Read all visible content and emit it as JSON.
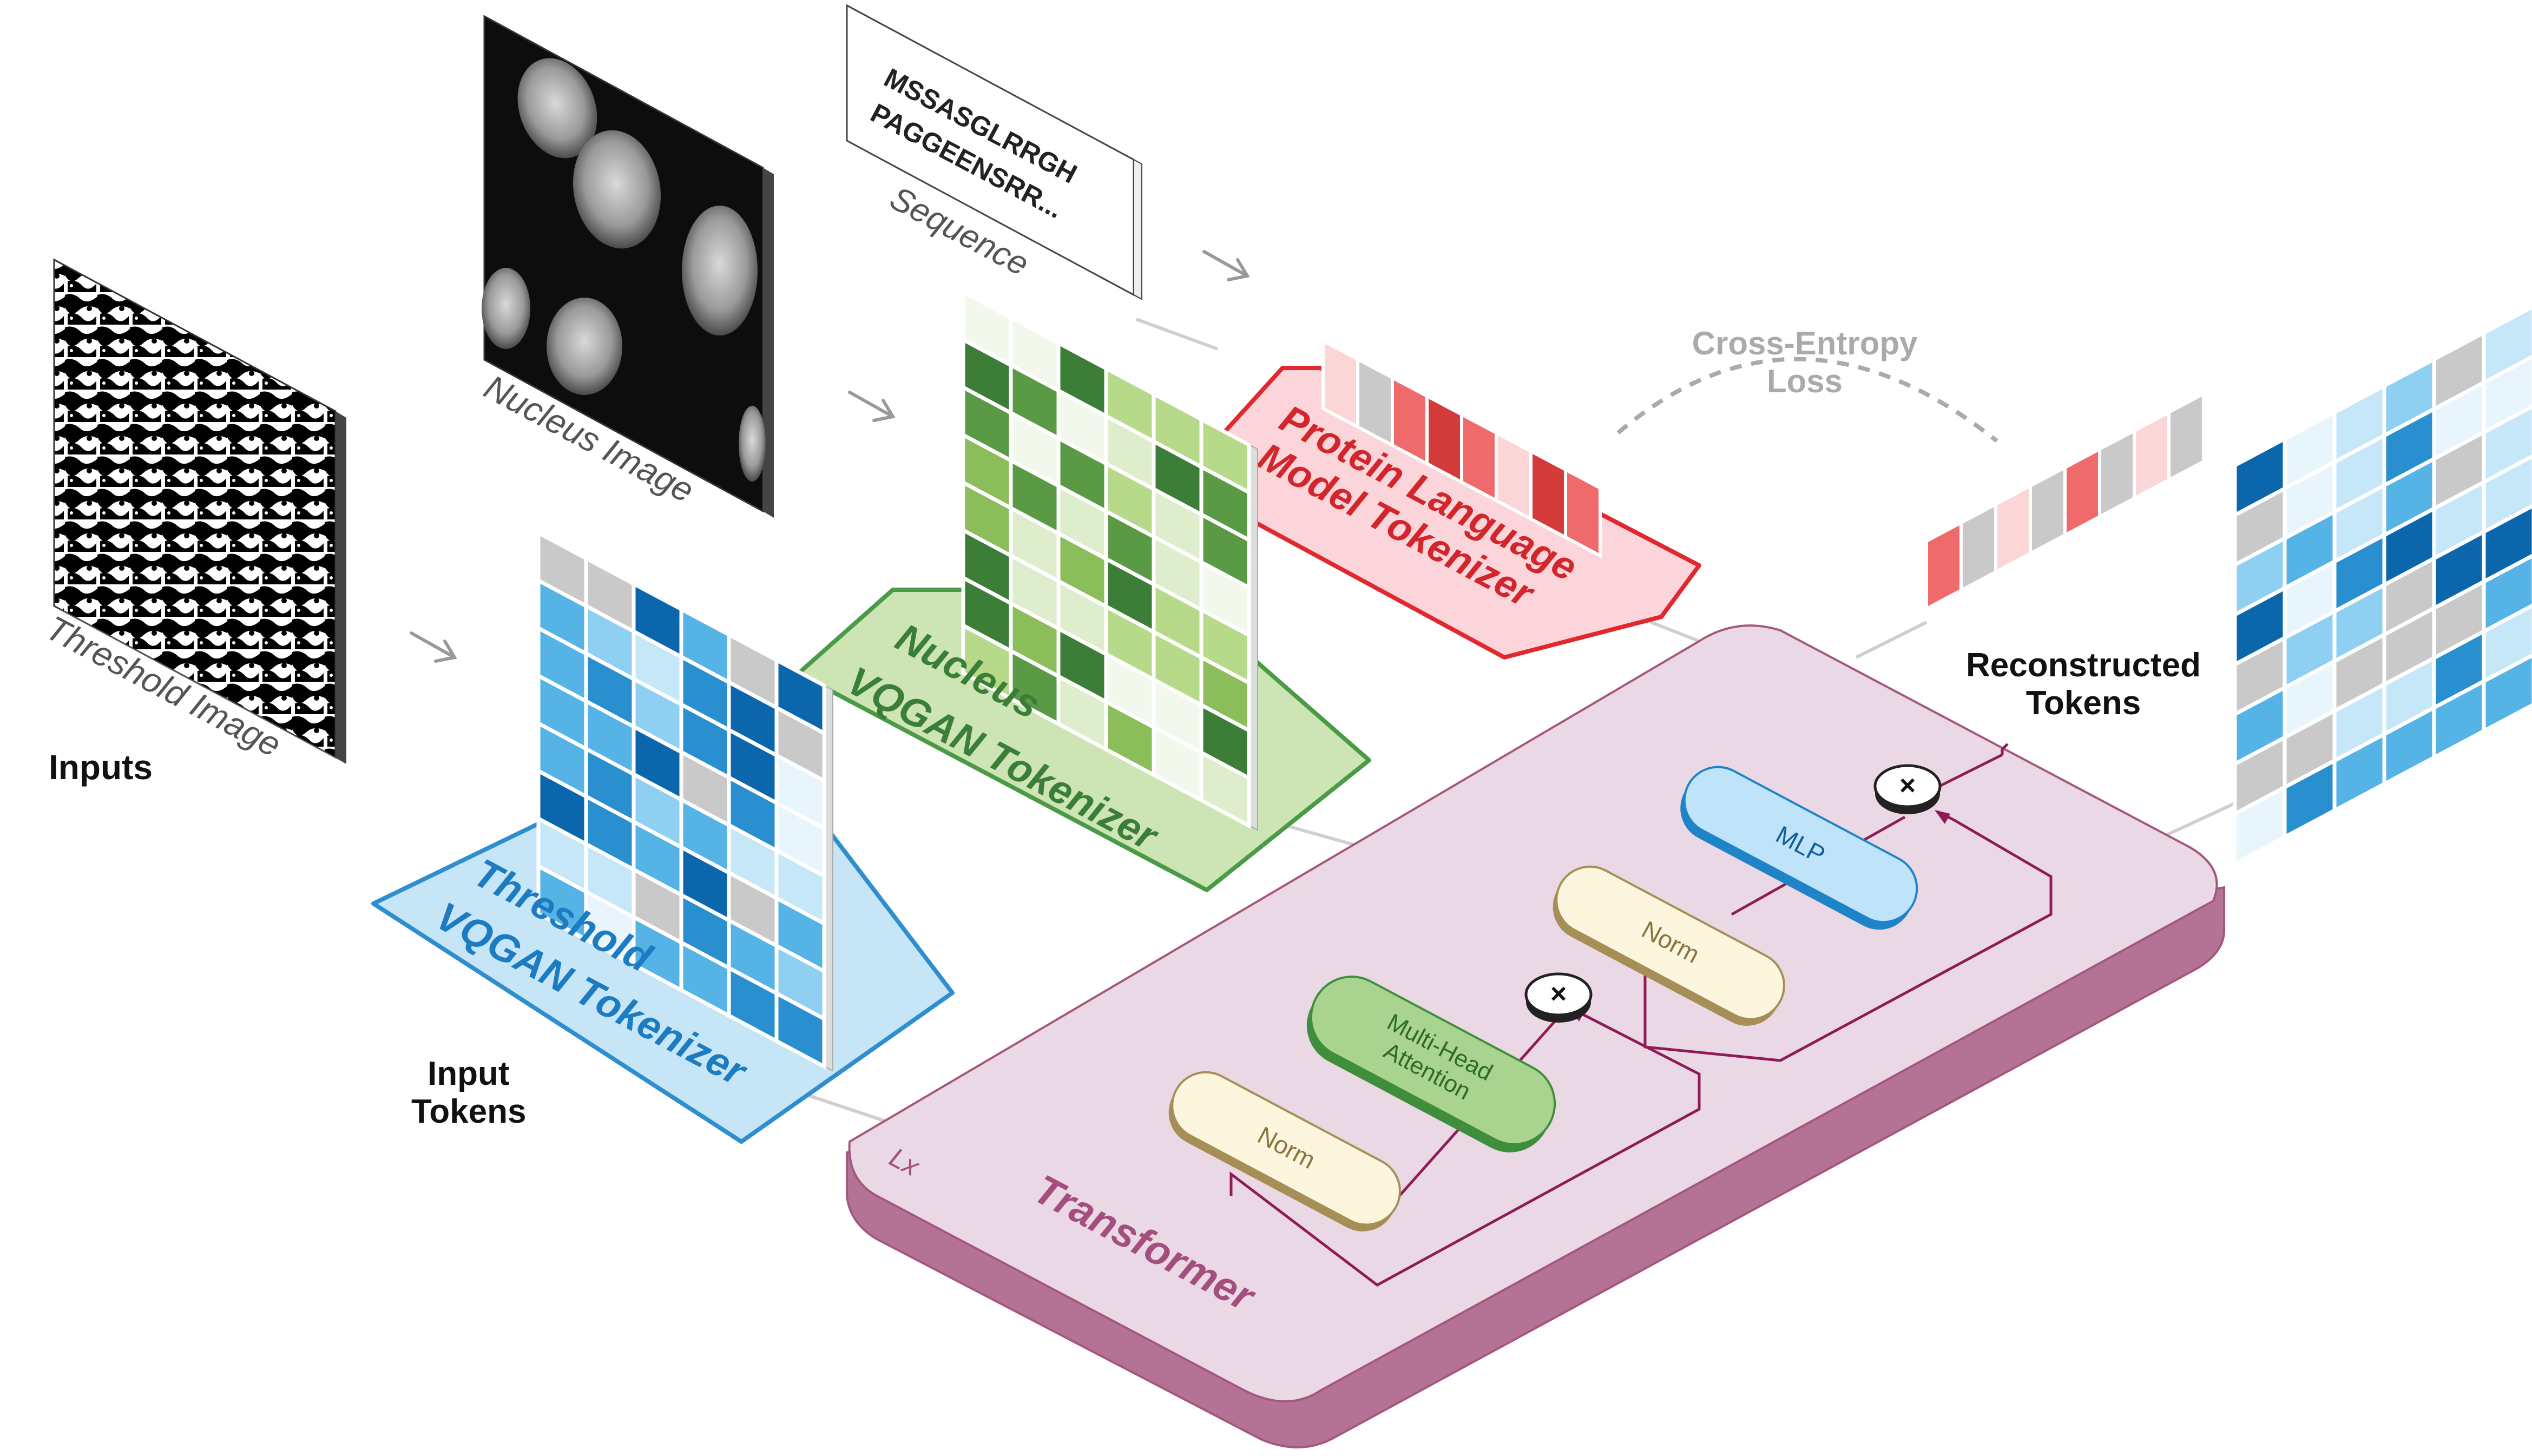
{
  "labels": {
    "inputs": "Inputs",
    "input_tokens": [
      "Input",
      "Tokens"
    ],
    "reconstructed_tokens": [
      "Reconstructed",
      "Tokens"
    ],
    "cross_entropy": [
      "Cross-Entropy",
      "Loss"
    ],
    "threshold_image": "Threshold Image",
    "nucleus_image": "Nucleus Image",
    "sequence_caption": "Sequence",
    "sequence_text": [
      "MSSASGLRRGH",
      "PAGGEENSRR..."
    ],
    "threshold_tokenizer": [
      "Threshold",
      "VQGAN Tokenizer"
    ],
    "nucleus_tokenizer": [
      "Nucleus",
      "VQGAN Tokenizer"
    ],
    "protein_tokenizer": [
      "Protein Language",
      "Model Tokenizer"
    ],
    "transformer": "Transformer",
    "lx": "Lx",
    "norm_1": "Norm",
    "attention": [
      "Multi-Head",
      "Attention"
    ],
    "norm_2": "Norm",
    "mlp": "MLP",
    "multiply_symbol": "×"
  },
  "colors": {
    "blue_tokens": [
      "#0b66ac",
      "#2a8fcf",
      "#55b3e6",
      "#8fd0f2",
      "#c6e7f8",
      "#e8f5fc",
      "#c9c9c9"
    ],
    "green_tokens": [
      "#3c7d37",
      "#5a9a45",
      "#8bbd5a",
      "#b6d98a",
      "#deedcc",
      "#f2f8ec"
    ],
    "red_tokens": [
      "#d33a3a",
      "#ef6b6b",
      "#f4a2a2",
      "#fbd6d6",
      "#c9c9c9"
    ],
    "threshold_tokenizer_fill": "#c6e6f8",
    "threshold_tokenizer_stroke": "#2f8fce",
    "nucleus_tokenizer_fill": "#cde5b5",
    "nucleus_tokenizer_stroke": "#4b9b46",
    "protein_tokenizer_fill": "#fbd5da",
    "protein_tokenizer_stroke": "#e0282e",
    "transformer_fill": "#ead9e4",
    "transformer_side": "#b47294",
    "transformer_stroke": "#a5567e",
    "norm_fill": "#fbf6dd",
    "norm_stroke": "#a68f57",
    "attention_fill": "#a8d490",
    "attention_stroke": "#3f8e3b",
    "mlp_fill": "#bfe3f8",
    "mlp_stroke": "#1f83c8"
  }
}
